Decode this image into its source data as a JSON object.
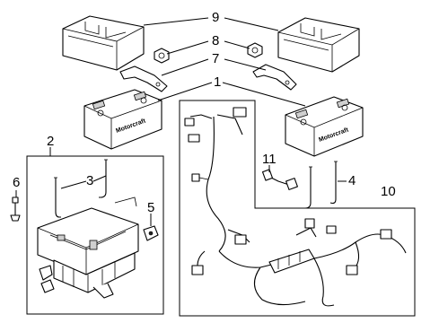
{
  "callouts": {
    "c1": "1",
    "c2": "2",
    "c3": "3",
    "c4": "4",
    "c5": "5",
    "c6": "6",
    "c7": "7",
    "c8": "8",
    "c9": "9",
    "c10": "10",
    "c11": "11"
  },
  "battery_label": "Motorcraft"
}
